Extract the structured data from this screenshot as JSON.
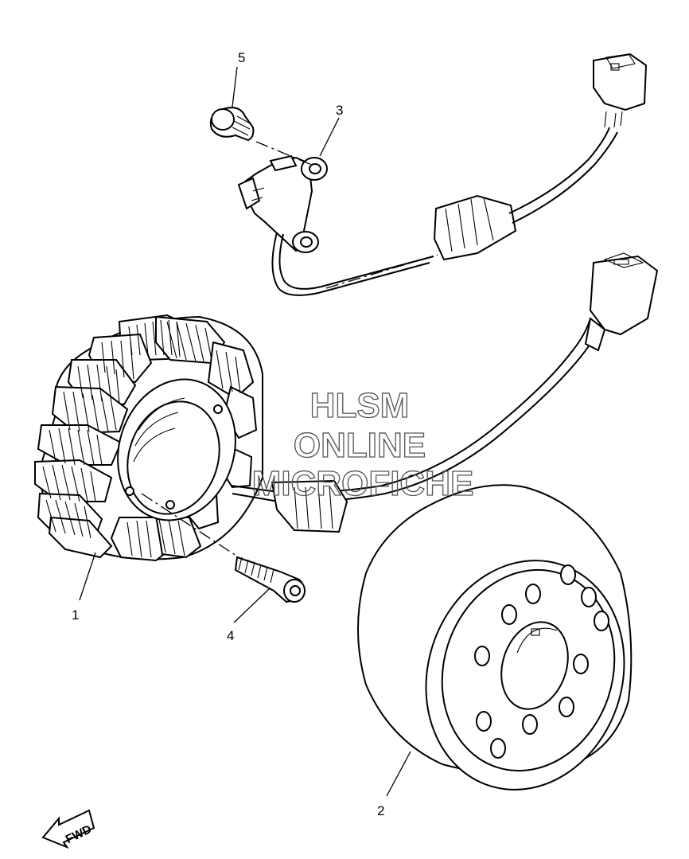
{
  "callouts": {
    "p1": "1",
    "p2": "2",
    "p3": "3",
    "p4": "4",
    "p5": "5"
  },
  "watermark": {
    "line1": "HLSM",
    "line2": "ONLINE",
    "line3": "MICROFICHE"
  },
  "fwd_label": "FWD",
  "colors": {
    "line": "#000000",
    "watermark_outline": "#555555",
    "background": "#ffffff"
  },
  "icons": [
    "fwd-arrow-icon"
  ]
}
